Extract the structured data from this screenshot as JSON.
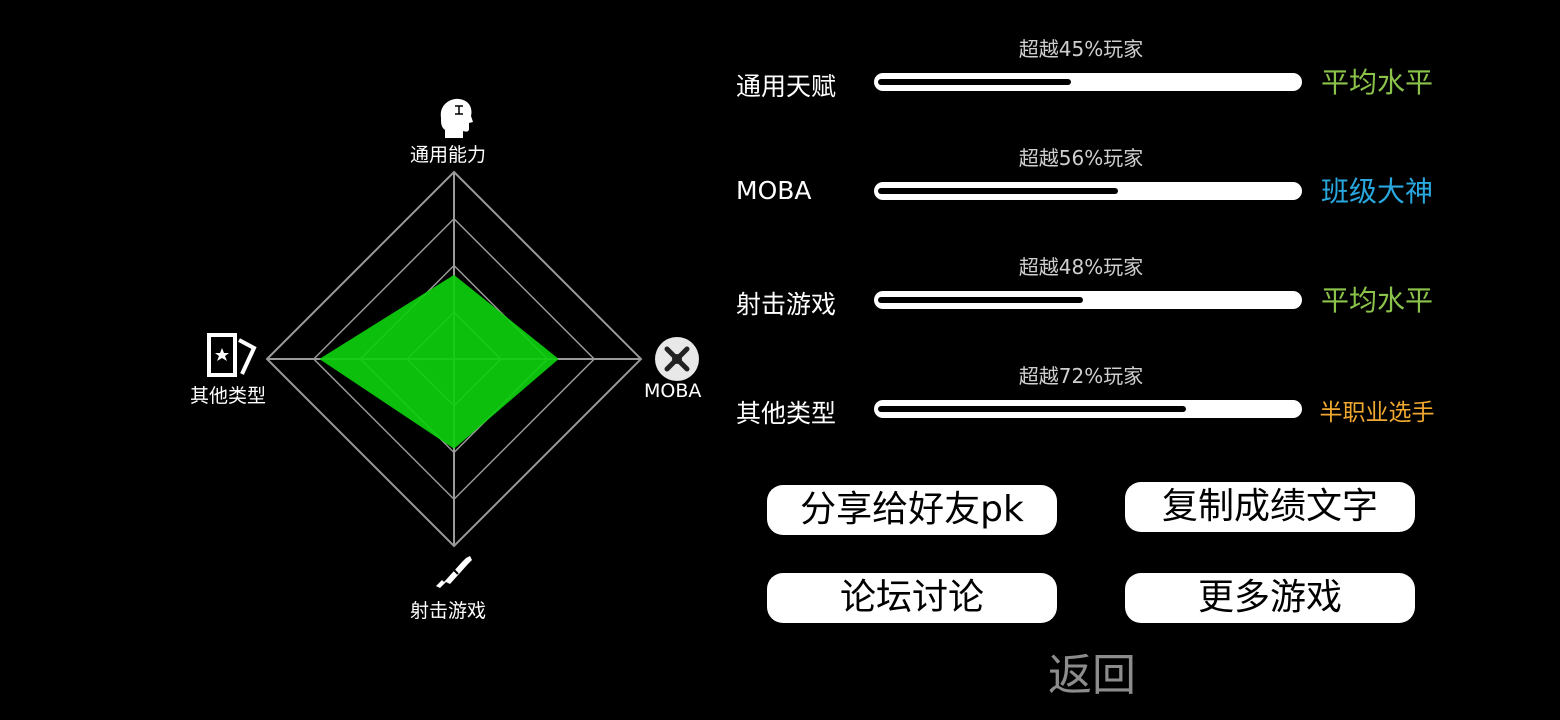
{
  "radar": {
    "axes": [
      {
        "label": "通用能力",
        "icon": "head-icon"
      },
      {
        "label": "MOBA",
        "icon": "moba-icon"
      },
      {
        "label": "射击游戏",
        "icon": "gun-icon"
      },
      {
        "label": "其他类型",
        "icon": "card-icon"
      }
    ],
    "fill_color": "#0ecf0e",
    "grid_color": "#9a9a9a",
    "rings": 4
  },
  "stats": [
    {
      "name": "通用天赋",
      "percent_text": "超越45%玩家",
      "percent": 45,
      "level": "平均水平",
      "level_color": "#8bc34a"
    },
    {
      "name": "MOBA",
      "percent_text": "超越56%玩家",
      "percent": 56,
      "level": "班级大神",
      "level_color": "#29a8e0"
    },
    {
      "name": "射击游戏",
      "percent_text": "超越48%玩家",
      "percent": 48,
      "level": "平均水平",
      "level_color": "#8bc34a"
    },
    {
      "name": "其他类型",
      "percent_text": "超越72%玩家",
      "percent": 72,
      "level": "半职业选手",
      "level_color": "#f0a830"
    }
  ],
  "buttons": {
    "share": "分享给好友pk",
    "copy": "复制成绩文字",
    "forum": "论坛讨论",
    "more": "更多游戏",
    "back": "返回"
  }
}
